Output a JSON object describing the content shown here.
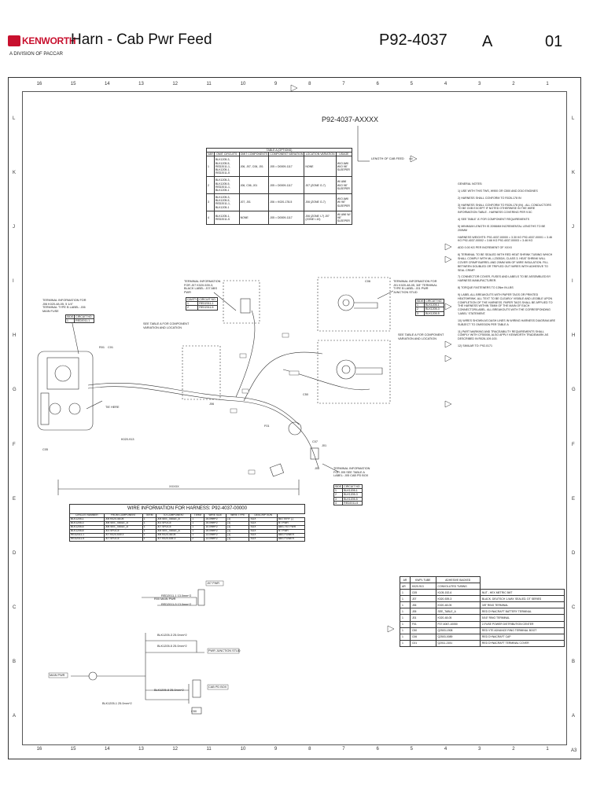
{
  "header": {
    "brand": "KENWORTH",
    "division": "A DIVISION OF PACCAR",
    "title": "Harn - Cab Pwr Feed",
    "part_number": "P92-4037",
    "revision": "A",
    "sheet": "01"
  },
  "zones": {
    "columns": [
      "16",
      "15",
      "14",
      "13",
      "12",
      "11",
      "10",
      "9",
      "8",
      "7",
      "6",
      "5",
      "4",
      "3",
      "2",
      "1"
    ],
    "rows": [
      "L",
      "K",
      "J",
      "I",
      "H",
      "G",
      "F",
      "E",
      "D",
      "C",
      "B",
      "A"
    ]
  },
  "drawing": {
    "assembly_label": "P92-4037-AXXXX",
    "length_label": "LENGTH OF CAB FEED",
    "length_value": "XXXXX",
    "connectors": [
      "J07",
      "J06",
      "J05",
      "J01",
      "C06",
      "C01",
      "C07",
      "C50",
      "R01",
      "F01"
    ],
    "bottom_labels": [
      "J07 PWR",
      "R00 MAIN PWR",
      "PWR JUNCTION STUD",
      "CAB PD BOX",
      "MAIN PWR"
    ]
  },
  "table_a": {
    "title": "TABLE A (OPTIONS)",
    "headers": [
      "VAR",
      "OMIT CIRCUITS",
      "OMIT COMPONENTS",
      "COMPONENT VARIATION",
      "LOCATION VARIATION",
      "USAGE"
    ],
    "rows": [
      [
        "1",
        "BLK1205-3, BLK1205-5, RED2011-1, BLK1205-1, RED2011-5",
        "J06, J07, C06, J01",
        "J05 = D0009-1117",
        "NONE",
        "W/O AWI W/O 96\" SLEEPER"
      ],
      [
        "2",
        "BLK1205-3, BLK1205-5, RED2011-1, BLK1205-1",
        "J06, C06, J01",
        "J05 = D0009-1117",
        "J07 (ZONE G-7)",
        "W/ AWI W/O 96\" SLEEPER"
      ],
      [
        "3",
        "BLK1205-3, BLK1205-5, RED2011-1, BLK1205-1",
        "J07, J01",
        "J06 = K020-178-5",
        "J06 (ZONE G-7)",
        "W/O AWI W/ 96\" SLEEPER"
      ],
      [
        "4",
        "BLK1205-1, RED2011-5",
        "NONE",
        "J05 = D0009-1117",
        "J06 (ZONE I-7) J07 (ZONE I-10)",
        "W/ AWI W/ 96\" SLEEPER"
      ]
    ]
  },
  "terminal_j06": {
    "title": "TERMINAL INFORMATION FOR J06 K020-48-05, 5 1/4\" TERMINAL TYPE B LABEL: J06 MAIN FUSE",
    "headers": [
      "SIDE",
      "CIRCUIT NO."
    ],
    "rows": [
      [
        "1",
        "RED2011-1"
      ]
    ]
  },
  "terminal_j07": {
    "title": "TERMINAL INFORMATION FOR J07 K020-539-3, BLACK LABEL: J07 ABS PWR",
    "headers": [
      "CAVITY",
      "CIRCUIT NO."
    ],
    "rows": [
      [
        "1",
        "RED2011-1"
      ],
      [
        "2",
        "RED2011-5"
      ]
    ]
  },
  "terminal_j01": {
    "title": "TERMINAL INFORMATION FOR J01 K020-48-05, 3/8\" TERMINAL TYPE B LABEL: J01 PWR JUNCTION STUD",
    "headers": [
      "SIDE",
      "CIRCUIT NO."
    ],
    "rows": [
      [
        "1",
        "BLK1205-1"
      ],
      [
        "2",
        "BLK1205-3"
      ],
      [
        "3",
        "BLK1205-5"
      ]
    ]
  },
  "terminal_j05": {
    "title": "TERMINAL INFORMATION FOR J05 SEE TABLE A LABEL: J05 CAB PD BOX",
    "headers": [
      "SIDE",
      "CIRCUIT NO."
    ],
    "rows": [
      [
        "1",
        "BLK1205-1"
      ],
      [
        "2",
        "BLK1205-3"
      ],
      [
        "3",
        "BLK1205-5"
      ],
      [
        "4",
        "RED2011-5"
      ]
    ]
  },
  "callouts": {
    "table_a_component": "SEE TABLE A FOR COMPONENT VARIATION AND LOCATION",
    "table_a_component_right": "SEE TABLE A FOR COMPONENT VARIATION AND LOCATION",
    "tie_here": "TIE HERE",
    "conduit": "K020-913",
    "c05": "C05",
    "c50": "C50"
  },
  "notes": {
    "heading": "GENERAL NOTES:",
    "items": [
      "1) USE WITH THIS TWS, W900 OR C500 AND 2010 ENGINES",
      "2) HARNESS SHALL CONFORM TO R026-178 IN",
      "3) HARNESS SHALL CONFORM TO R026-178 (IN) - ALL CONDUCTORS TO BE GXB EXCEPT IF NOTED OTHERWISE IN THE WIRE INFORMATION TABLE - HARNESS COVERING PER 9.5C",
      "4) SEE TABLE 'A' FOR COMPONENT REQUIREMENTS",
      "5) MINIMUM LENGTH IS 2096MM INCREMENTAL LENGTHS TO BE 200MM",
      "HARNESS WEIGHTS: P92-4037-00000 = 3.30 KG P92-4037-00001 = 3.46 KG P92-4037-00002 = 3.66 KG P92-4037-00003 = 3.46 KG",
      "ADD 0.00 KG PER INCREMENT OF XXXX",
      "6) TERMINAL TO BE SEALED WITH RED HEAT SHRINK TUBING WHICH SHALL COMPLY WITH ML-I-23053/4, CLASS 3. HEAT SHRINK WILL COVER CRIMP BARREL AND 20MM MIN OF WIRE INSULATION. FILL BETWEEN DOUBLED OR TRIPLED OUT WIRES WITH ADHESIVE TO SEAL CRIMP.",
      "7) CONNECTOR COVER, FUSES AND LABELS TO BE ASSEMBLED BY HARNESS MANUFACTURER.",
      "8) TORQUE FASTENERS TO 13Nm IN-LBS",
      "9) LABEL ALL BREAKOUTS WITH PAPER TAGS OR PRINTED HEATSHRINK. ALL TEXT TO BE CLEARLY VISIBLE AND LEGIBLE UPON COMPLETION OF THE HARNESS. PAPER TAGS SHALL BE APPLIED TO THE HARNESS WITHIN 75MM OF THE MAIN OF EACH CONNECTOR/LABEL. ALL BREAKOUTS WITH THE CORRESPONDING 'LABEL' STATEMENT.",
      "10) WIRES SHOWN AS DASH LINES IN WIRING HARNESS DIAGRAM ARE SUBJECT TO OMISSION PER TABLE A",
      "11) PART MARKING AND TRACEABILITY REQUIREMENTS SHALL COMPLY WITH CF50008, ALSO APPLY KENWORTH TRADEMARK AS DESCRIBED IN R026-109-100.",
      "12) SIMILAR TO: P92-0171"
    ]
  },
  "wire_table": {
    "title": "WIRE INFORMATION FOR HARNESS: P92-4037-00000",
    "headers": [
      "CIRCUIT NUMBER",
      "FROM COMPONENT",
      "TERM",
      "TO COMPONENT",
      "TERM",
      "WIRE SIZE",
      "WIRE TYPE",
      "DESCRIPTION"
    ],
    "rows": [
      [
        "BLK1205-1",
        "J06 K020-48-05",
        "1",
        "J05 SEE_TABLE_A",
        "1",
        "25.0mm^2",
        "(1)",
        "SGX",
        "BATTERY (-)"
      ],
      [
        "BLK1205-3",
        "J06 SEE_TABLE_A",
        "1",
        "J01 SPLICE",
        "1",
        "25.0mm^2",
        "(1)",
        "SGX",
        "BT PWR"
      ],
      [
        "BLK1205-5",
        "J06 SEE_TABLE_A",
        "1",
        "J07 SPLICE",
        "1",
        "10.0mm^2",
        "(1)",
        "SGX",
        "ABS / BT PWR"
      ],
      [
        "BLK1205-8",
        "J01 SPLICE",
        "1",
        "J05 SEE_TABLE_A",
        "1",
        "25.0mm^2",
        "(1)",
        "SGX",
        "BT PWR"
      ],
      [
        "RED2011-1",
        "J07 K020-539-3",
        "1",
        "J06 K020-48-05",
        "1",
        "13.0mm^2",
        "(1)",
        "SGX",
        "ABS POWER"
      ],
      [
        "RED2011-5",
        "J07 SPLICE",
        "1",
        "J07 K020-539-3",
        "2",
        "13.0mm^2",
        "(1)",
        "SGX",
        "ABS POWER"
      ]
    ]
  },
  "bom": {
    "headers": [
      "AR",
      "KWPL TUBE",
      "ADHESIVE BACKED"
    ],
    "rows": [
      [
        "AR",
        "K020-913",
        "CONVOLUTED TUBING"
      ],
      [
        "1",
        "C05",
        "K105-152-6",
        "NUT - HEX METRIC 5MT"
      ],
      [
        "1",
        "J07",
        "K020-539-3",
        "BLACK, DEUTSCH 1-WAY, SEALED, DT SERIES"
      ],
      [
        "1",
        "J06",
        "K020-48-05",
        "3/8\" RING TERMINAL"
      ],
      [
        "1",
        "J05",
        "SEE_TABLE_A",
        "RED DYNACRAFT BATTERY TERMINAL"
      ],
      [
        "1",
        "J01",
        "K020-48-05",
        "5/16\" RING TERMINAL"
      ],
      [
        "1",
        "F01",
        "P27-6067-10050",
        "2-FUSE POWER DISTRIBUTION CENTER"
      ],
      [
        "1",
        "C50",
        "Q2503-1908",
        "RED VTE ADVANCE RING TERMINAL BOOT"
      ],
      [
        "1",
        "C06",
        "Q2503-0089",
        "RED DYNACRAFT CAP"
      ],
      [
        "1",
        "C01",
        "Q2011-2151",
        "RED DYNACRAFT TERMINAL COVER"
      ]
    ]
  },
  "bottom_diagram": {
    "wires": [
      "RED2011-1 13.0mm^2",
      "RED2011-5 13.0mm^2",
      "BLK1205-3 25.0mm^2",
      "BLK1205-5 25.0mm^2",
      "BLK1205-1 25.0mm^2",
      "BLK1205-8 25.0mm^2"
    ]
  },
  "footer": {
    "corner": "A3"
  }
}
